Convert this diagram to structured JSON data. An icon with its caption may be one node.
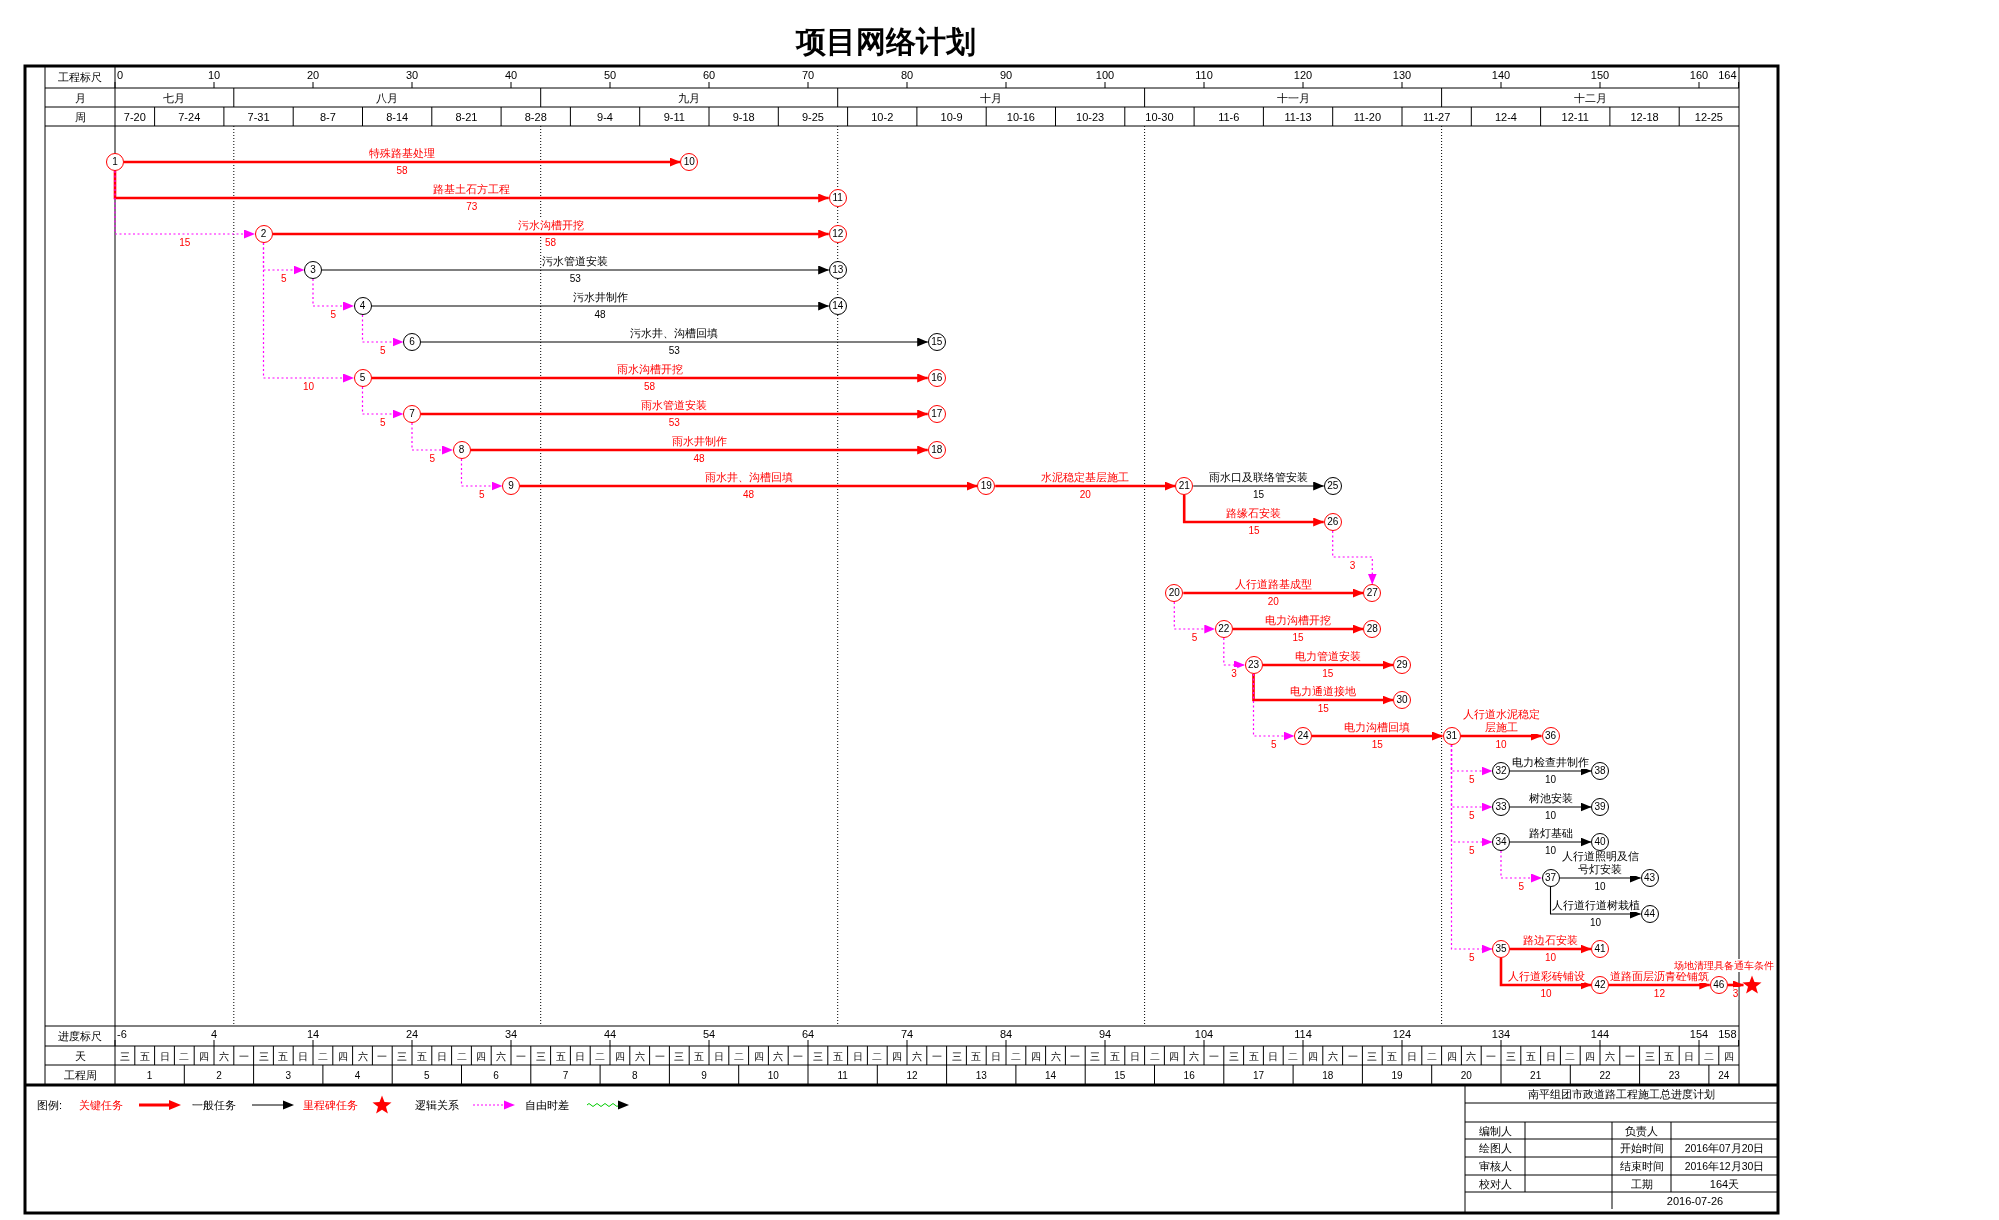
{
  "diagram": {
    "title": "项目网络计划",
    "nodes": [
      {
        "text": [
          "1"
        ]
      },
      {
        "text": [
          "2"
        ]
      },
      {
        "text": [
          "3"
        ]
      },
      {
        "text": [
          "4"
        ]
      },
      {
        "text": [
          "5"
        ]
      },
      {
        "text": [
          "6"
        ]
      },
      {
        "text": [
          "7"
        ]
      },
      {
        "text": [
          "8"
        ]
      },
      {
        "text": [
          "9"
        ]
      },
      {
        "text": [
          "10"
        ]
      },
      {
        "text": [
          "11"
        ]
      },
      {
        "text": [
          "12"
        ]
      },
      {
        "text": [
          "13"
        ]
      },
      {
        "text": [
          "14"
        ]
      },
      {
        "text": [
          "15"
        ]
      },
      {
        "text": [
          "16"
        ]
      },
      {
        "text": [
          "17"
        ]
      },
      {
        "text": [
          "18"
        ]
      },
      {
        "text": [
          "19"
        ]
      },
      {
        "text": [
          "20"
        ]
      },
      {
        "text": [
          "21"
        ]
      },
      {
        "text": [
          "22"
        ]
      },
      {
        "text": [
          "23"
        ]
      },
      {
        "text": [
          "24"
        ]
      },
      {
        "text": [
          "25"
        ]
      },
      {
        "text": [
          "26"
        ]
      },
      {
        "text": [
          "27"
        ]
      },
      {
        "text": [
          "28"
        ]
      },
      {
        "text": [
          "29"
        ]
      },
      {
        "text": [
          "30"
        ]
      },
      {
        "text": [
          "31"
        ]
      },
      {
        "text": [
          "32"
        ]
      },
      {
        "text": [
          "33"
        ]
      },
      {
        "text": [
          "34"
        ]
      },
      {
        "text": [
          "35"
        ]
      },
      {
        "text": [
          "36"
        ]
      },
      {
        "text": [
          "37"
        ]
      },
      {
        "text": [
          "38"
        ]
      },
      {
        "text": [
          "39"
        ]
      },
      {
        "text": [
          "40"
        ]
      },
      {
        "text": [
          "41"
        ]
      },
      {
        "text": [
          "42"
        ]
      },
      {
        "text": [
          "43"
        ]
      },
      {
        "text": [
          "44"
        ]
      },
      {
        "text": [
          "46"
        ]
      },
      {
        "text": [],
        "shape": "star",
        "beside": [
          "场地清理具备通车条件"
        ]
      }
    ],
    "edges": [
      {
        "from": 0,
        "to": 9,
        "arrow": "to",
        "label": "特殊路基处理"
      },
      {
        "from": 0,
        "to": 10,
        "arrow": "to",
        "label": "路基土石方工程"
      },
      {
        "from": 0,
        "to": 1,
        "arrow": "to",
        "label": "15",
        "style": "dashed",
        "color": "#ff00ff"
      },
      {
        "from": 1,
        "to": 11,
        "arrow": "to",
        "label": "污水沟槽开挖"
      },
      {
        "from": 1,
        "to": 2,
        "arrow": "to",
        "label": "5",
        "style": "dashed",
        "color": "#ff00ff"
      },
      {
        "from": 2,
        "to": 12,
        "arrow": "to",
        "label": "污水管道安装",
        "color": "#000000"
      },
      {
        "from": 2,
        "to": 3,
        "arrow": "to",
        "label": "5",
        "style": "dashed",
        "color": "#ff00ff"
      },
      {
        "from": 3,
        "to": 13,
        "arrow": "to",
        "label": "污水井制作",
        "color": "#000000"
      },
      {
        "from": 3,
        "to": 5,
        "arrow": "to",
        "label": "5",
        "style": "dashed",
        "color": "#ff00ff"
      },
      {
        "from": 5,
        "to": 14,
        "arrow": "to",
        "label": "污水井、沟槽回填",
        "color": "#000000"
      },
      {
        "from": 1,
        "to": 4,
        "arrow": "to",
        "label": "10",
        "style": "dashed",
        "color": "#ff00ff"
      },
      {
        "from": 4,
        "to": 15,
        "arrow": "to",
        "label": "雨水沟槽开挖"
      },
      {
        "from": 4,
        "to": 6,
        "arrow": "to",
        "label": "5",
        "style": "dashed",
        "color": "#ff00ff"
      },
      {
        "from": 6,
        "to": 16,
        "arrow": "to",
        "label": "雨水管道安装"
      },
      {
        "from": 6,
        "to": 7,
        "arrow": "to",
        "label": "5",
        "style": "dashed",
        "color": "#ff00ff"
      },
      {
        "from": 7,
        "to": 17,
        "arrow": "to",
        "label": "雨水井制作"
      },
      {
        "from": 7,
        "to": 8,
        "arrow": "to",
        "label": "5",
        "style": "dashed",
        "color": "#ff00ff"
      },
      {
        "from": 8,
        "to": 18,
        "arrow": "to",
        "label": "雨水井、沟槽回填"
      },
      {
        "from": 18,
        "to": 20,
        "arrow": "to",
        "label": "水泥稳定基层施工"
      },
      {
        "from": 20,
        "to": 24,
        "arrow": "to",
        "label": "雨水口及联络管安装",
        "color": "#000000"
      },
      {
        "from": 20,
        "to": 25,
        "arrow": "to",
        "label": "路缘石安装"
      },
      {
        "from": 25,
        "to": 26,
        "arrow": "to",
        "label": "3",
        "style": "dashed",
        "color": "#ff00ff"
      },
      {
        "from": 19,
        "to": 26,
        "arrow": "to",
        "label": "人行道路基成型"
      },
      {
        "from": 19,
        "to": 21,
        "arrow": "to",
        "label": "5",
        "style": "dashed",
        "color": "#ff00ff"
      },
      {
        "from": 21,
        "to": 27,
        "arrow": "to",
        "label": "电力沟槽开挖"
      },
      {
        "from": 21,
        "to": 22,
        "arrow": "to",
        "label": "3",
        "style": "dashed",
        "color": "#ff00ff"
      },
      {
        "from": 22,
        "to": 28,
        "arrow": "to",
        "label": "电力管道安装"
      },
      {
        "from": 22,
        "to": 29,
        "arrow": "to",
        "label": "电力通道接地"
      },
      {
        "from": 22,
        "to": 23,
        "arrow": "to",
        "label": "5",
        "style": "dashed",
        "color": "#ff00ff"
      },
      {
        "from": 23,
        "to": 30,
        "arrow": "to",
        "label": "电力沟槽回填"
      },
      {
        "from": 30,
        "to": 35,
        "arrow": "to",
        "label": "人行道水泥稳定层施工"
      },
      {
        "from": 30,
        "to": 31,
        "arrow": "to",
        "label": "5",
        "style": "dashed",
        "color": "#ff00ff"
      },
      {
        "from": 31,
        "to": 37,
        "arrow": "to",
        "label": "电力检查井制作",
        "color": "#000000"
      },
      {
        "from": 30,
        "to": 32,
        "arrow": "to",
        "label": "5",
        "style": "dashed",
        "color": "#ff00ff"
      },
      {
        "from": 32,
        "to": 38,
        "arrow": "to",
        "label": "树池安装",
        "color": "#000000"
      },
      {
        "from": 30,
        "to": 33,
        "arrow": "to",
        "label": "5",
        "style": "dashed",
        "color": "#ff00ff"
      },
      {
        "from": 33,
        "to": 39,
        "arrow": "to",
        "label": "路灯基础",
        "color": "#000000"
      },
      {
        "from": 33,
        "to": 36,
        "arrow": "to",
        "label": "5",
        "style": "dashed",
        "color": "#ff00ff"
      },
      {
        "from": 36,
        "to": 42,
        "arrow": "to",
        "label": "人行道照明及信号灯安装",
        "color": "#000000"
      },
      {
        "from": 36,
        "to": 43,
        "arrow": "to",
        "label": "人行道行道树栽植",
        "color": "#000000"
      },
      {
        "from": 30,
        "to": 34,
        "arrow": "to",
        "label": "5",
        "style": "dashed",
        "color": "#ff00ff"
      },
      {
        "from": 34,
        "to": 40,
        "arrow": "to",
        "label": "路边石安装"
      },
      {
        "from": 34,
        "to": 41,
        "arrow": "to",
        "label": "人行道彩砖铺设"
      },
      {
        "from": 41,
        "to": 44,
        "arrow": "to",
        "label": "道路面层沥青砼铺筑"
      },
      {
        "from": 44,
        "to": 45,
        "arrow": "to"
      }
    ],
    "labels": [
      "工程标尺",
      "0",
      "10",
      "20",
      "30",
      "40",
      "50",
      "60",
      "70",
      "80",
      "90",
      "100",
      "110",
      "120",
      "130",
      "140",
      "150",
      "160",
      "164",
      "月",
      "七月",
      "八月",
      "九月",
      "十月",
      "十一月",
      "十二月",
      "周",
      "7-20",
      "7-24",
      "7-31",
      "8-7",
      "8-14",
      "8-21",
      "8-28",
      "9-4",
      "9-11",
      "9-18",
      "9-25",
      "10-2",
      "10-9",
      "10-16",
      "10-23",
      "10-30",
      "11-6",
      "11-13",
      "11-20",
      "11-27",
      "12-4",
      "12-11",
      "12-18",
      "12-25",
      "58",
      "73",
      "58",
      "53",
      "48",
      "53",
      "58",
      "53",
      "48",
      "48",
      "20",
      "15",
      "15",
      "20",
      "15",
      "15",
      "15",
      "15",
      "10",
      "10",
      "10",
      "10",
      "10",
      "10",
      "10",
      "10",
      "12",
      "3",
      "进度标尺",
      "-6",
      "4",
      "14",
      "24",
      "34",
      "44",
      "54",
      "64",
      "74",
      "84",
      "94",
      "104",
      "114",
      "124",
      "134",
      "144",
      "154",
      "158",
      "天",
      "三",
      "五",
      "日",
      "二",
      "四",
      "六",
      "一",
      "三",
      "五",
      "日",
      "二",
      "四",
      "六",
      "一",
      "三",
      "五",
      "日",
      "二",
      "四",
      "六",
      "一",
      "三",
      "五",
      "日",
      "二",
      "四",
      "六",
      "一",
      "三",
      "五",
      "日",
      "二",
      "四",
      "六",
      "一",
      "三",
      "五",
      "日",
      "二",
      "四",
      "六",
      "一",
      "三",
      "五",
      "日",
      "二",
      "四",
      "六",
      "一",
      "三",
      "五",
      "日",
      "二",
      "四",
      "六",
      "一",
      "三",
      "五",
      "日",
      "二",
      "四",
      "六",
      "一",
      "三",
      "五",
      "日",
      "二",
      "四",
      "六",
      "一",
      "三",
      "五",
      "日",
      "二",
      "四",
      "六",
      "一",
      "三",
      "五",
      "日",
      "二",
      "四",
      "工程周",
      "1",
      "2",
      "3",
      "4",
      "5",
      "6",
      "7",
      "8",
      "9",
      "10",
      "11",
      "12",
      "13",
      "14",
      "15",
      "16",
      "17",
      "18",
      "19",
      "20",
      "21",
      "22",
      "23",
      "24",
      "图例:",
      "南平组团市政道路工程施工总进度计划",
      "编制人",
      "负责人",
      "绘图人",
      "开始时间",
      "2016年07月20日",
      "审核人",
      "结束时间",
      "2016年12月30日",
      "校对人",
      "工期",
      "164天",
      "2016-07-26"
    ],
    "legend": [
      {
        "text": "关键任务"
      },
      {
        "text": "一般任务"
      },
      {
        "text": "里程碑任务"
      },
      {
        "text": "逻辑关系"
      },
      {
        "text": "自由时差"
      }
    ]
  }
}
